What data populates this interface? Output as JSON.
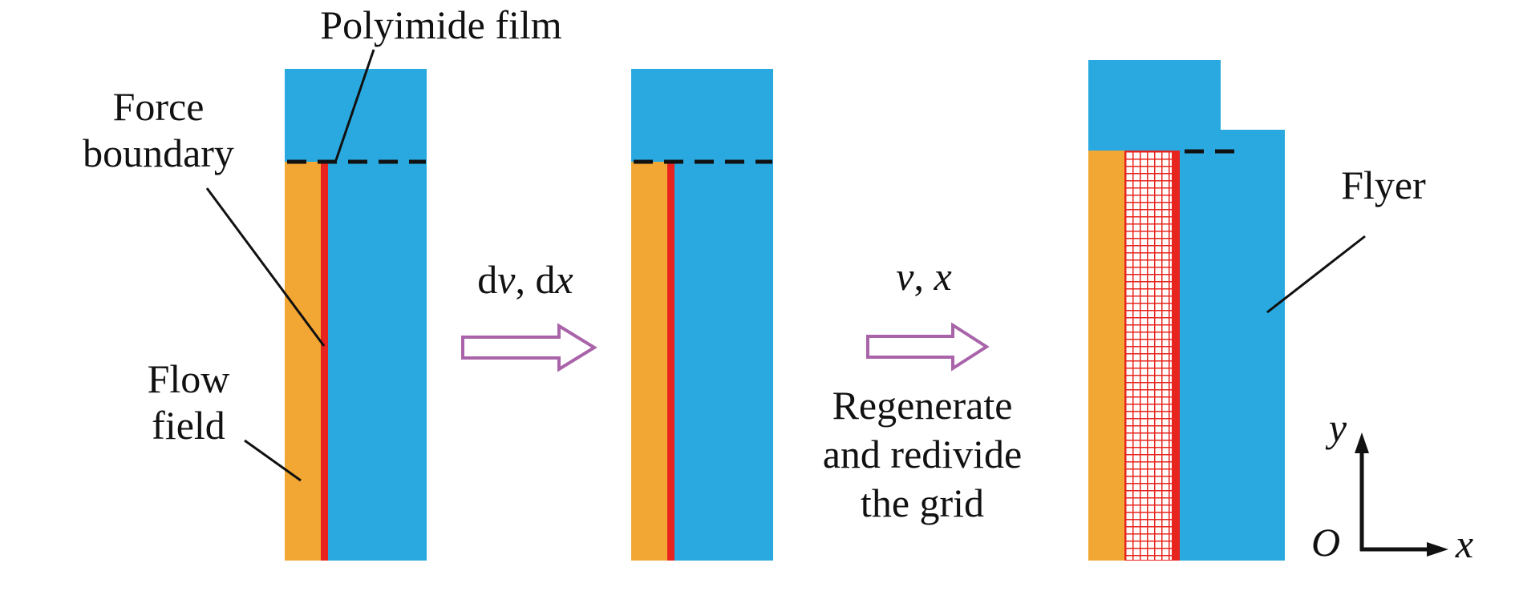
{
  "colors": {
    "film_blue": "#29A9E0",
    "flow_orange": "#F2A633",
    "boundary_red": "#E8241E",
    "arrow_outline_purple": "#A963A9",
    "annotation_black": "#111111"
  },
  "left_panel": {
    "film_label": "Polyimide film",
    "force_boundary": {
      "line1": "Force",
      "line2": "boundary"
    },
    "flow_field": {
      "line1": "Flow",
      "line2": "field"
    }
  },
  "step1_arrow": {
    "label_d1": "d",
    "label_v": "v",
    "label_sep": ", ",
    "label_d2": "d",
    "label_x": "x"
  },
  "step2_arrow": {
    "label_v": "v",
    "label_sep": ", ",
    "label_x": "x"
  },
  "step2_note": {
    "line1": "Regenerate",
    "line2": "and redivide",
    "line3": "the grid"
  },
  "right_panel": {
    "flyer_label": "Flyer"
  },
  "axes": {
    "y_label": "y",
    "x_label": "x",
    "origin_label": "O"
  }
}
